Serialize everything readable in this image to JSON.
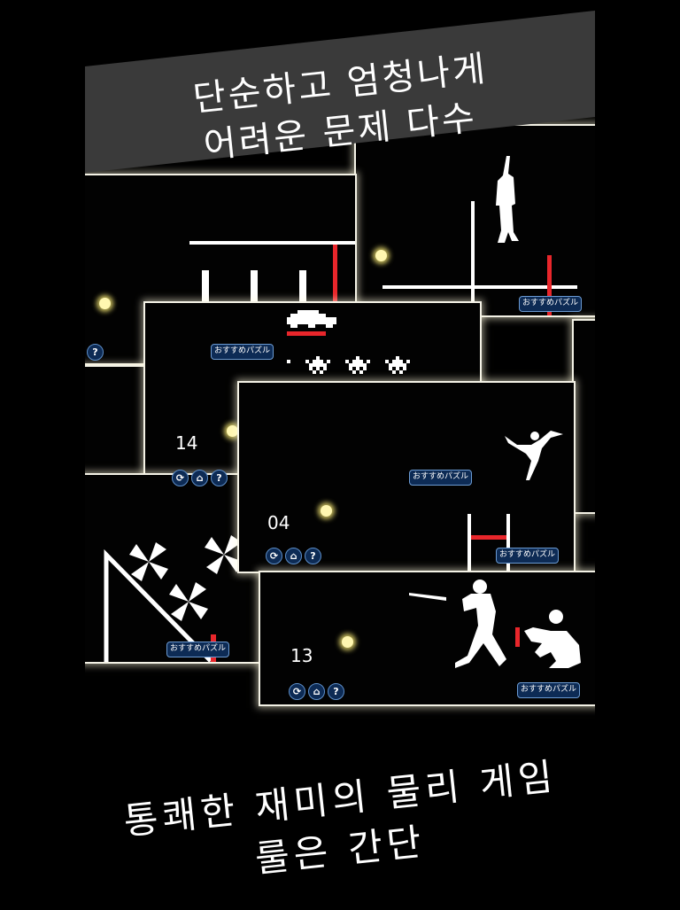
{
  "banner": {
    "line1": "단순하고 엄청나게",
    "line2": "어려운 문제 다수"
  },
  "footer": {
    "line1": "통쾌한 재미의 물리 게임",
    "line2": "룰은 간단"
  },
  "cards": {
    "recommend_label": "おすすめパズル",
    "help_label": "?",
    "invaders": {
      "level": "14"
    },
    "hurdle": {
      "level": "04"
    },
    "baseball": {
      "level": "13"
    }
  },
  "colors": {
    "banner": "#3a3a3a",
    "red": "#e8262b",
    "button": "#0d2b55"
  }
}
